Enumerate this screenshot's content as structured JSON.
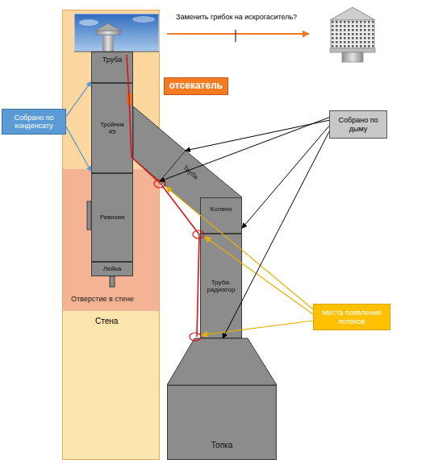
{
  "diagram": {
    "nodes": [
      {
        "text": [
          "Труба"
        ]
      },
      {
        "text": [
          "Тройник 45"
        ]
      },
      {
        "text": [
          "Ревизия"
        ]
      },
      {
        "text": [
          "Лейка"
        ]
      },
      {
        "text": [
          "Труба"
        ]
      },
      {
        "text": [
          "Колено"
        ]
      },
      {
        "text": [
          "Труба-радиатор"
        ]
      },
      {
        "text": [
          "Топка"
        ]
      },
      {
        "text": [
          "отсекатель"
        ]
      },
      {
        "text": [
          "Собрано по конденсату"
        ]
      },
      {
        "text": [
          "Собрано по дыму"
        ]
      },
      {
        "text": [
          "Места появления потеков"
        ]
      }
    ],
    "edges": [
      {
        "from": 9,
        "to": 0,
        "arrow": "to"
      },
      {
        "from": 9,
        "to": 1,
        "arrow": "to"
      },
      {
        "from": 10,
        "to": 4,
        "arrow": "to"
      },
      {
        "from": 10,
        "to": 4,
        "arrow": "to"
      },
      {
        "from": 10,
        "to": 5,
        "arrow": "to"
      },
      {
        "from": 10,
        "to": 6,
        "arrow": "to"
      }
    ],
    "labels": [
      "Заменить грибок на искрогаситель?",
      "Отверстие в стене",
      "Стена"
    ]
  }
}
